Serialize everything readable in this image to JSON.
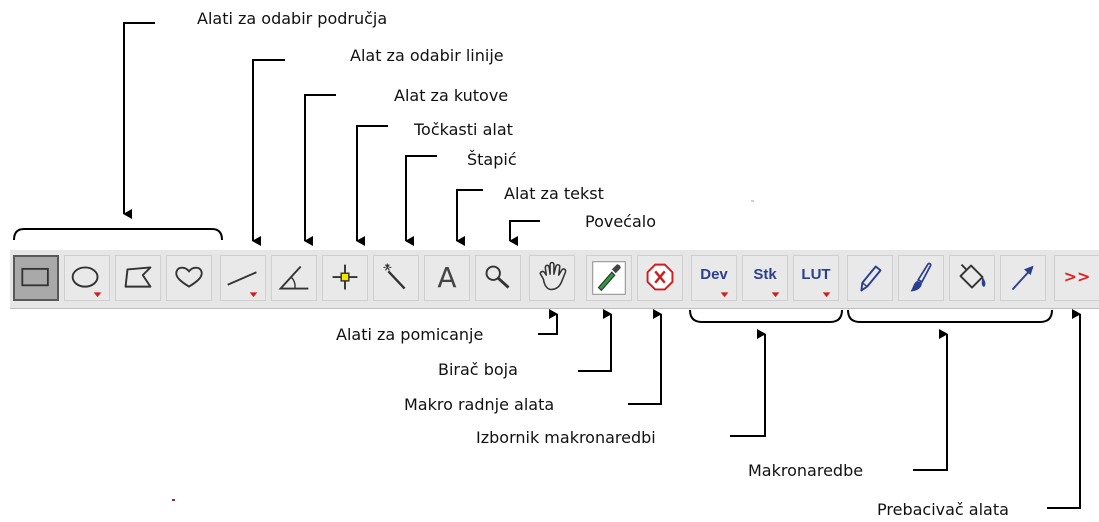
{
  "labels": {
    "area_tools": "Alati za odabir područja",
    "line_tool": "Alat za odabir linije",
    "angle_tool": "Alat za kutove",
    "point_tool": "Točkasti alat",
    "wand_tool": "Štapić",
    "text_tool": "Alat za tekst",
    "magnifier": "Povećalo",
    "scroll_tool": "Alati za pomicanje",
    "color_picker": "Birač boja",
    "macro_tool_actions": "Makro radnje alata",
    "macro_menu": "Izbornik makronaredbi",
    "macros": "Makronaredbe",
    "tool_switcher": "Prebacivač alata"
  },
  "toolbar": {
    "dev_label": "Dev",
    "stk_label": "Stk",
    "lut_label": "LUT",
    "switcher_label": ">>",
    "text_tool_glyph": "A"
  },
  "colors": {
    "selected_tool_bg": "#a9a9a9",
    "dropdown_triangle": "#d01c1c",
    "menu_text": "#2b3f8f",
    "macro_x": "#d01c1c",
    "picker_green": "#2e9a3e"
  }
}
